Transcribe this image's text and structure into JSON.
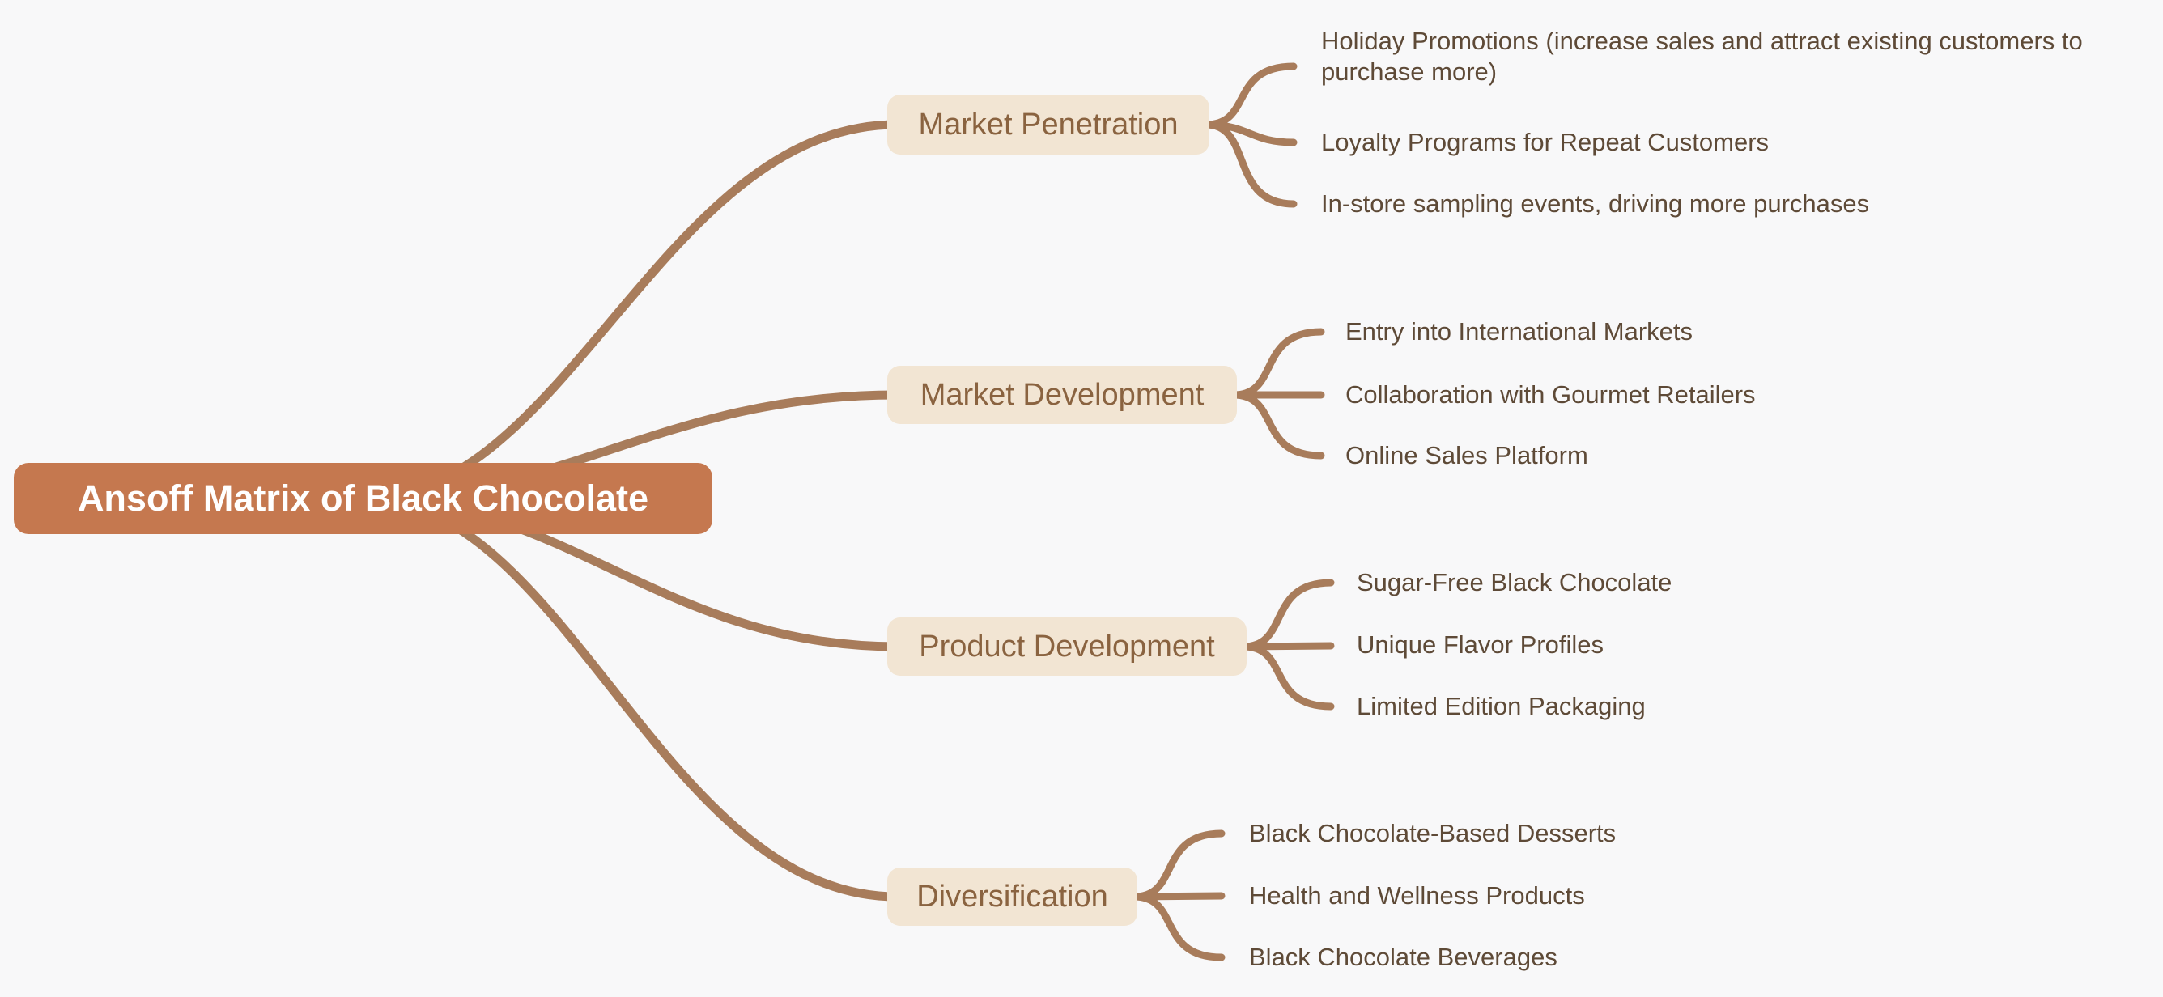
{
  "diagram": {
    "type": "mindmap",
    "colors": {
      "background": "#F8F8F9",
      "root_fill": "#C5784F",
      "root_text": "#FFFFFF",
      "branch_fill": "#F2E5D3",
      "branch_text": "#8A6340",
      "leaf_text": "#5E4A37",
      "connector": "#A87C5B"
    }
  },
  "root": {
    "label": "Ansoff Matrix of Black Chocolate"
  },
  "branches": [
    {
      "label": "Market Penetration",
      "leaves": [
        "Holiday Promotions (increase sales and attract existing customers to purchase more)",
        "Loyalty Programs for Repeat Customers",
        "In-store sampling events, driving more purchases"
      ]
    },
    {
      "label": "Market Development",
      "leaves": [
        "Entry into International Markets",
        "Collaboration with Gourmet Retailers",
        "Online Sales Platform"
      ]
    },
    {
      "label": "Product Development",
      "leaves": [
        "Sugar-Free Black Chocolate",
        "Unique Flavor Profiles",
        "Limited Edition Packaging"
      ]
    },
    {
      "label": "Diversification",
      "leaves": [
        "Black Chocolate-Based Desserts",
        "Health and Wellness Products",
        "Black Chocolate Beverages"
      ]
    }
  ]
}
